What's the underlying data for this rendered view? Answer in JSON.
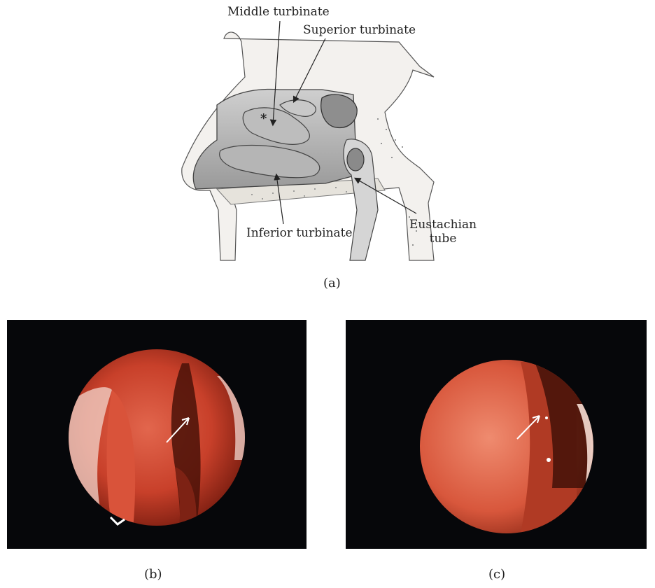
{
  "panel_a": {
    "labels": {
      "middle_turbinate": "Middle turbinate",
      "superior_turbinate": "Superior turbinate",
      "inferior_turbinate": "Inferior turbinate",
      "eustachian_tube": "Eustachian\ntube",
      "asterisk": "*"
    },
    "caption": "(a)"
  },
  "panel_b": {
    "caption": "(b)"
  },
  "panel_c": {
    "caption": "(c)"
  },
  "colors": {
    "background": "#ffffff",
    "photo_background": "#06070a",
    "mucosa_red": "#c8402a",
    "diagram_gray": "#a9a9a9",
    "arrow_white": "#ffffff"
  }
}
